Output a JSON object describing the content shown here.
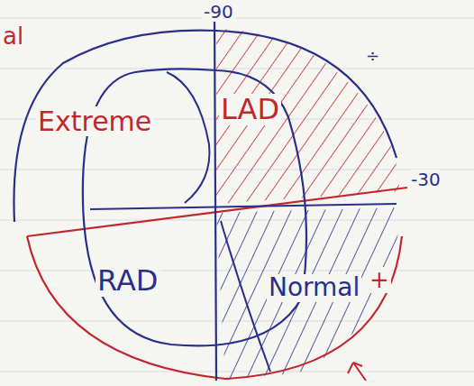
{
  "diagram": {
    "labels": [
      "-90",
      "-30",
      "Extreme",
      "LAD",
      "RAD",
      "Normal",
      "+",
      "al",
      "÷"
    ]
  }
}
